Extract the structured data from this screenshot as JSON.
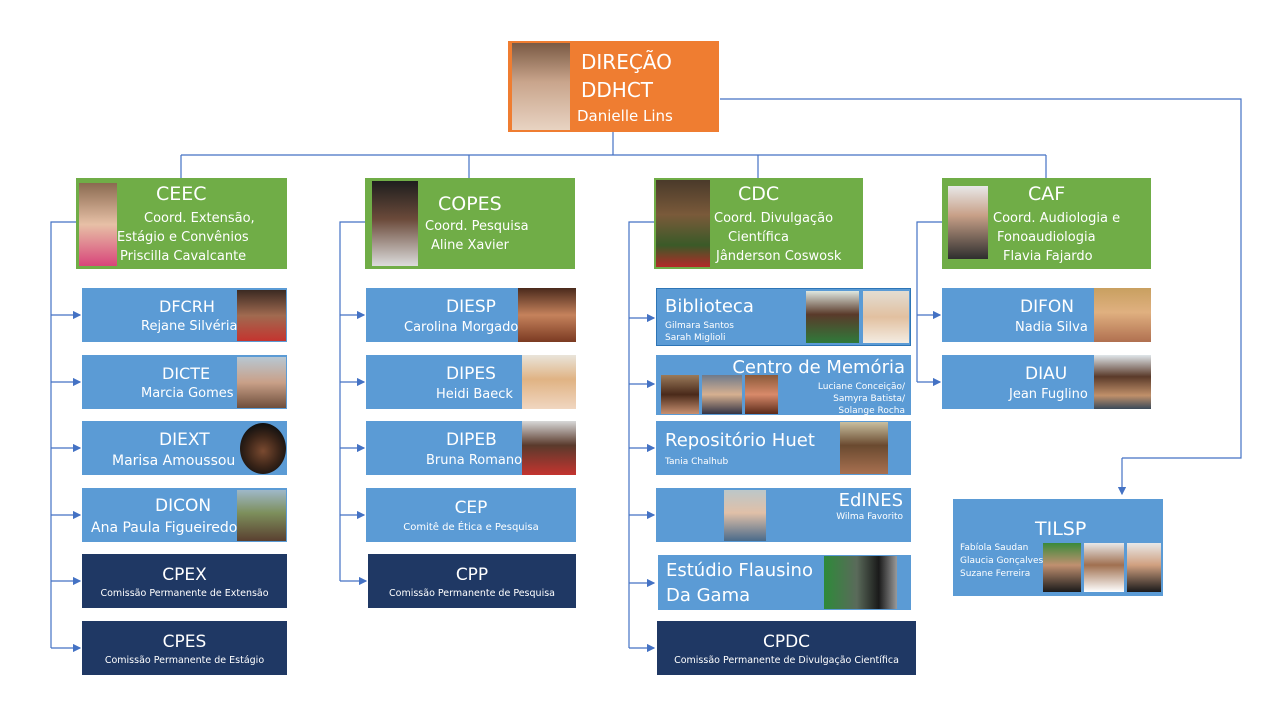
{
  "direcao": {
    "title1": "DIREÇÃO",
    "title2": "DDHCT",
    "person": "Danielle Lins",
    "photo": "person-photo"
  },
  "ceec": {
    "title": "CEEC",
    "line1": "Coord. Extensão,",
    "line2": "Estágio e Convênios",
    "person": "Priscilla Cavalcante",
    "items": [
      {
        "name": "DFCRH",
        "person": "Rejane Silvéria"
      },
      {
        "name": "DICTE",
        "person": "Marcia Gomes"
      },
      {
        "name": "DIEXT",
        "person": "Marisa Amoussou"
      },
      {
        "name": "DICON",
        "person": "Ana Paula Figueiredo"
      },
      {
        "name": "CPEX",
        "sub": "Comissão Permanente de Extensão"
      },
      {
        "name": "CPES",
        "sub": "Comissão Permanente de Estágio"
      }
    ]
  },
  "copes": {
    "title": "COPES",
    "line1": "Coord. Pesquisa",
    "person": "Aline Xavier",
    "items": [
      {
        "name": "DIESP",
        "person": "Carolina Morgado"
      },
      {
        "name": "DIPES",
        "person": "Heidi Baeck"
      },
      {
        "name": "DIPEB",
        "person": "Bruna Romano"
      },
      {
        "name": "CEP",
        "sub": "Comitê de Ética e Pesquisa"
      },
      {
        "name": "CPP",
        "sub": "Comissão Permanente de Pesquisa"
      }
    ]
  },
  "cdc": {
    "title": "CDC",
    "line1": "Coord. Divulgação",
    "line2": "Científica",
    "person": "Jânderson Coswosk",
    "items": [
      {
        "name": "Biblioteca",
        "person1": "Gilmara Santos",
        "person2": "Sarah Miglioli"
      },
      {
        "name": "Centro de Memória",
        "person1": "Luciane Conceição/",
        "person2": "Samyra Batista/",
        "person3": "Solange Rocha"
      },
      {
        "name": "Repositório Huet",
        "person1": "Tania Chalhub"
      },
      {
        "name": "EdINES",
        "person1": "Wilma Favorito"
      },
      {
        "name1": "Estúdio Flausino",
        "name2": "Da Gama"
      },
      {
        "name": "CPDC",
        "sub": "Comissão Permanente de Divulgação Científica"
      }
    ]
  },
  "caf": {
    "title": "CAF",
    "line1": "Coord. Audiologia e",
    "line2": "Fonoaudiologia",
    "person": "Flavia Fajardo",
    "items": [
      {
        "name": "DIFON",
        "person": "Nadia Silva"
      },
      {
        "name": "DIAU",
        "person": "Jean Fuglino"
      }
    ]
  },
  "tilsp": {
    "title": "TILSP",
    "person1": "Fabíola Saudan",
    "person2": "Glaucia Gonçalves",
    "person3": "Suzane Ferreira"
  },
  "colors": {
    "orange": "#ef7d31",
    "green": "#70ad47",
    "blue": "#5b9bd5",
    "navy": "#1f3864",
    "line": "#4472c4"
  }
}
